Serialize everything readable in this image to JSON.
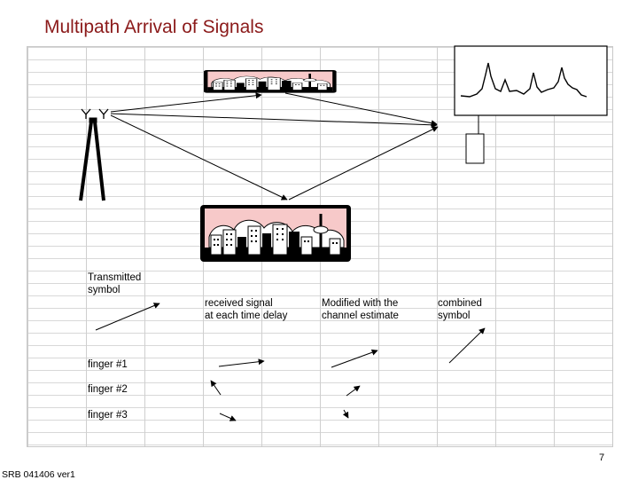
{
  "title": "Multipath Arrival of Signals",
  "labels": {
    "transmitted_line1": "Transmitted",
    "transmitted_line2": "symbol",
    "received_line1": "received signal",
    "received_line2": "at each time delay",
    "modified_line1": "Modified with the",
    "modified_line2": "channel estimate",
    "combined_line1": "combined",
    "combined_line2": "symbol",
    "finger1": "finger #1",
    "finger2": "finger #2",
    "finger3": "finger #3"
  },
  "page_number": "7",
  "footer": "SRB 041406 ver1",
  "icons": {
    "antenna": "antenna-tower-icon",
    "city_top": "city-skyline-icon",
    "city_bottom": "city-skyline-icon",
    "receiver": "receiver-icon",
    "plot": "signal-plot-icon"
  },
  "colors": {
    "title": "#8b1a1a",
    "sky": "#f7c9c9"
  }
}
